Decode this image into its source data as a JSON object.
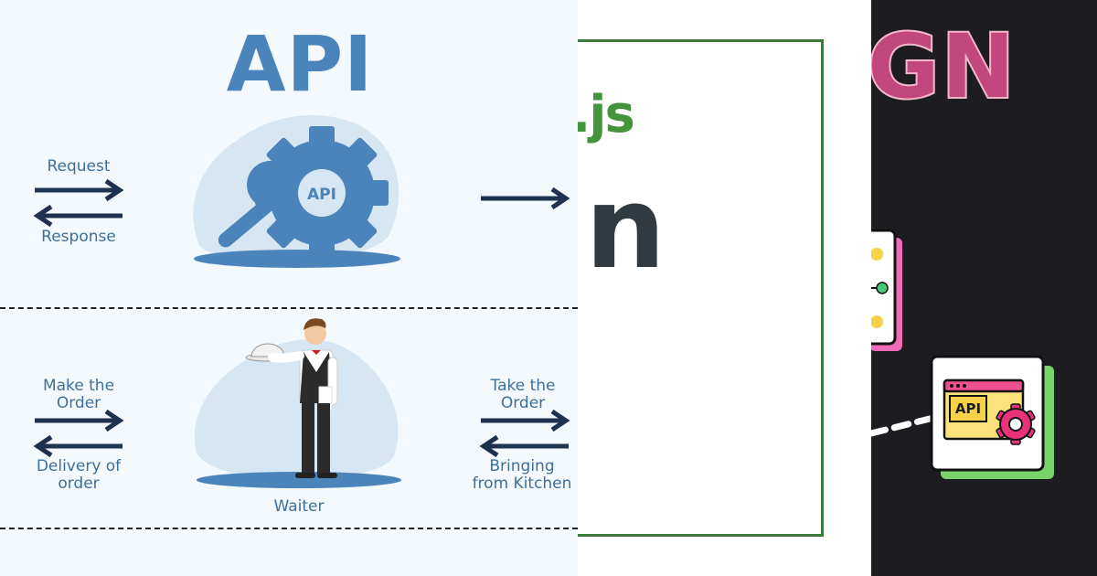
{
  "api_panel": {
    "title": "API",
    "gear_label": "API",
    "request_label": "Request",
    "response_label": "Response",
    "make_order_label": "Make the\nOrder",
    "delivery_label": "Delivery of\norder",
    "take_order_label": "Take the\nOrder",
    "bringing_label": "Bringing\nfrom Kitchen",
    "waiter_label": "Waiter"
  },
  "node_panel": {
    "logo_text": ".js",
    "partial_text": "n"
  },
  "dark_panel": {
    "heading_fragment": "GN",
    "api_box_label": "API"
  },
  "colors": {
    "api_blue": "#4a84bb",
    "label_blue": "#3d6f9c",
    "arrow_navy": "#1f3150",
    "node_green": "#43943a",
    "frame_green": "#3b7a3b",
    "dark_bg": "#1d1c21",
    "pink": "#c2477c",
    "yellow": "#f6d24a"
  }
}
